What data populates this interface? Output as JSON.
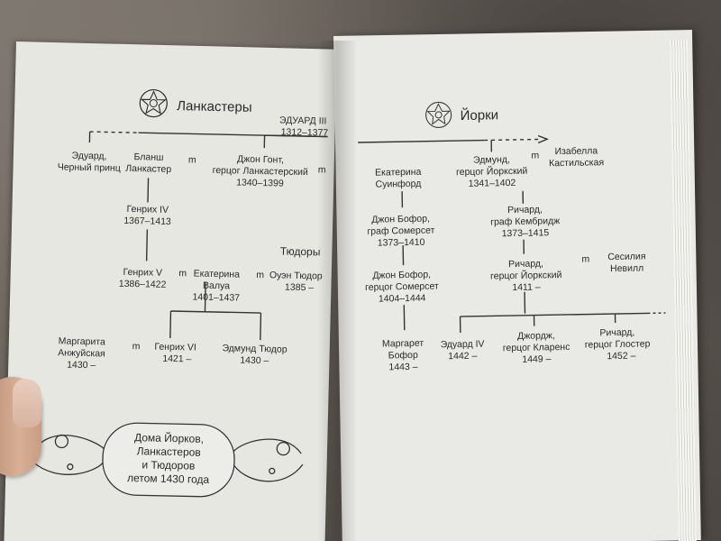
{
  "left_page": {
    "house_title": "Ланкастеры",
    "founder": {
      "name": "ЭДУАРД III",
      "years": "1312–1377"
    },
    "generation1": {
      "edward": [
        "Эдуард,",
        "Черный принц"
      ],
      "blanche": [
        "Бланш",
        "Ланкастер"
      ],
      "john": [
        "Джон Гонт,",
        "герцог Ланкастерский",
        "1340–1399"
      ]
    },
    "henry4": [
      "Генрих IV",
      "1367–1413"
    ],
    "tudors_label": "Тюдоры",
    "generation3": {
      "henry5": [
        "Генрих V",
        "1386–1422"
      ],
      "catherine": [
        "Екатерина",
        "Валуа",
        "1401–1437"
      ],
      "owen": [
        "Оуэн Тюдор",
        "1385 –"
      ]
    },
    "generation4": {
      "margaret": [
        "Маргарита",
        "Анжуйская",
        "1430 –"
      ],
      "henry6": [
        "Генрих VI",
        "1421 –"
      ],
      "edmund": [
        "Эдмунд Тюдор",
        "1430 –"
      ]
    },
    "marriage_mark": "m",
    "caption": [
      "Дома Йорков,",
      "Ланкастеров",
      "и Тюдоров",
      "летом 1430 года"
    ]
  },
  "right_page": {
    "house_title": "Йорки",
    "gen1": {
      "catherine": [
        "Екатерина",
        "Суинфорд"
      ],
      "edmund": [
        "Эдмунд,",
        "герцог Йоркский",
        "1341–1402"
      ],
      "isabella": [
        "Изабелла",
        "Кастильская"
      ]
    },
    "gen2": {
      "john1": [
        "Джон Бофор,",
        "граф Сомерсет",
        "1373–1410"
      ],
      "richard1": [
        "Ричард,",
        "граф Кембридж",
        "1373–1415"
      ]
    },
    "gen3": {
      "john2": [
        "Джон Бофор,",
        "герцог Сомерсет",
        "1404–1444"
      ],
      "richard2": [
        "Ричард,",
        "герцог Йоркский",
        "1411 –"
      ],
      "cecily": [
        "Сесилия",
        "Невилл"
      ]
    },
    "gen4": {
      "margaret": [
        "Маргарет",
        "Бофор",
        "1443 –"
      ],
      "edward4": [
        "Эдуард IV",
        "1442 –"
      ],
      "george": [
        "Джордж,",
        "герцог Кларенс",
        "1449 –"
      ],
      "richard3": [
        "Ричард,",
        "герцог Глостер",
        "1452 –"
      ]
    },
    "marriage_mark": "m"
  },
  "colors": {
    "ink": "#2a2a2c",
    "page": "#e8e8e4",
    "line": "#333335"
  }
}
